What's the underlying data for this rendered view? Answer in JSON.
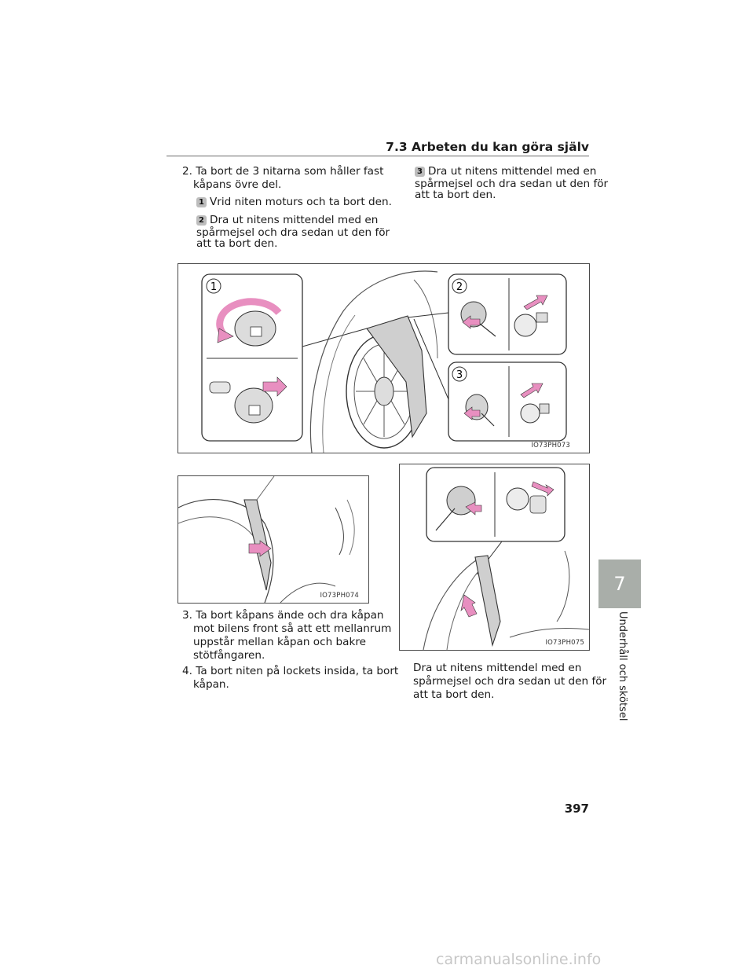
{
  "header": {
    "section": "7.3 Arbeten du kan göra själv"
  },
  "left_column": {
    "step2_line1": "2. Ta bort de 3 nitarna som håller fast",
    "step2_line2": "kåpans övre del.",
    "sub1_num": "1",
    "sub1_text": "Vrid niten moturs och ta bort den.",
    "sub2_num": "2",
    "sub2_line1": "Dra ut nitens mittendel med en",
    "sub2_line2": "spårmejsel och dra sedan ut den för",
    "sub2_line3": "att ta bort den."
  },
  "right_column": {
    "sub3_num": "3",
    "sub3_line1": "Dra ut nitens mittendel med en",
    "sub3_line2": "spårmejsel och dra sedan ut den för",
    "sub3_line3": "att ta bort den."
  },
  "figures": {
    "fig1": {
      "code": "IO73PH073",
      "callouts": [
        "1",
        "2",
        "3"
      ]
    },
    "fig2": {
      "code": "IO73PH074"
    },
    "fig3": {
      "code": "IO73PH075"
    }
  },
  "steps_lower": {
    "step3_line1": "3. Ta bort kåpans ände och dra kåpan",
    "step3_line2": "mot bilens front så att ett mellanrum",
    "step3_line3": "uppstår mellan kåpan och bakre",
    "step3_line4": "stötfångaren.",
    "step4_line1": "4. Ta bort niten på lockets insida, ta bort",
    "step4_line2": "kåpan."
  },
  "fig3_caption": {
    "line1": "Dra ut nitens mittendel med en",
    "line2": "spårmejsel och dra sedan ut den för",
    "line3": "att ta bort den."
  },
  "side_tab": {
    "number": "7",
    "label": "Underhåll och skötsel"
  },
  "page_number": "397",
  "watermark": "carmanualsonline.info",
  "colors": {
    "arrow_pink": "#e88fc0",
    "tab_gray": "#a9aea9"
  }
}
